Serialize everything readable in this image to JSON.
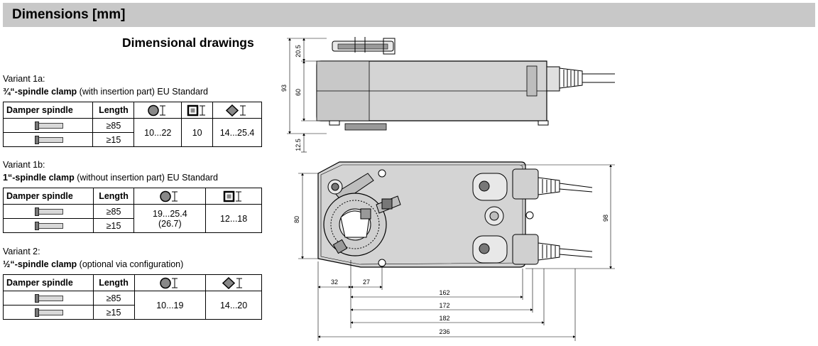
{
  "header": {
    "title": "Dimensions [mm]"
  },
  "section": {
    "title": "Dimensional drawings"
  },
  "table_headers": {
    "damper_spindle": "Damper spindle",
    "length": "Length"
  },
  "variants": [
    {
      "label": "Variant 1a:",
      "clamp_bold": "¾“-spindle clamp",
      "clamp_rest": " (with insertion part) EU Standard",
      "lengths": [
        "≥85",
        "≥15"
      ],
      "round": "10...22",
      "square": "10",
      "diamond": "14...25.4"
    },
    {
      "label": "Variant 1b:",
      "clamp_bold": "1“-spindle clamp",
      "clamp_rest": " (without insertion part) EU Standard",
      "lengths": [
        "≥85",
        "≥15"
      ],
      "round": "19...25.4",
      "round_note": "(26.7)",
      "square": "12...18"
    },
    {
      "label": "Variant 2:",
      "clamp_bold": "½“-spindle clamp",
      "clamp_rest": " (optional via configuration)",
      "lengths": [
        "≥85",
        "≥15"
      ],
      "round": "10...19",
      "diamond": "14...20"
    }
  ],
  "drawing": {
    "side_dims": [
      "20.5",
      "60",
      "93",
      "12.5"
    ],
    "front_dims": [
      "80",
      "98",
      "32",
      "27",
      "162",
      "172",
      "182",
      "236"
    ]
  },
  "colors": {
    "header_bg": "#c8c8c8",
    "body_fill": "#d4d4d4"
  },
  "icons": [
    "round-spindle-icon",
    "square-spindle-icon",
    "diamond-spindle-icon",
    "spindle-clamp-icon"
  ]
}
